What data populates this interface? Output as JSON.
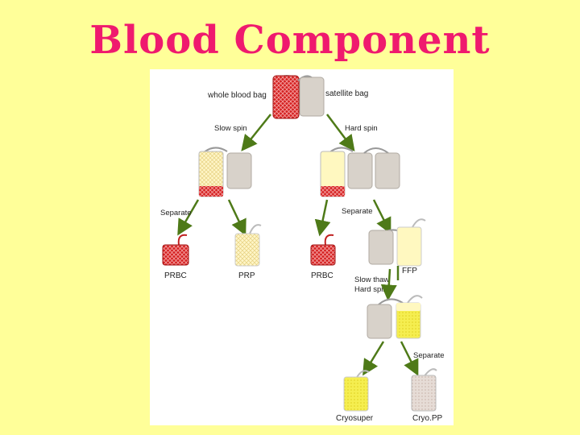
{
  "slide": {
    "title": "Blood Component"
  },
  "diagram": {
    "labels": {
      "whole_blood_bag": "whole blood bag",
      "satellite_bag": "satellite bag",
      "slow_spin": "Slow spin",
      "hard_spin": "Hard spin",
      "separate_left": "Separate",
      "separate_right": "Separate",
      "prbc_left": "PRBC",
      "prp": "PRP",
      "prbc_right": "PRBC",
      "ffp": "FFP",
      "slow_thaw_line1": "Slow thaw",
      "slow_thaw_line2": "Hard spin",
      "separate_bottom": "Separate",
      "cryosuper": "Cryosuper",
      "cryopp": "Cryo.PP"
    },
    "colors": {
      "red_cells": "#d42020",
      "plasma_pale": "#fff8c0",
      "cryo_yellow": "#f5ee50",
      "empty_bag": "#d8d2ca",
      "arrow_green": "#4e7a18"
    }
  }
}
